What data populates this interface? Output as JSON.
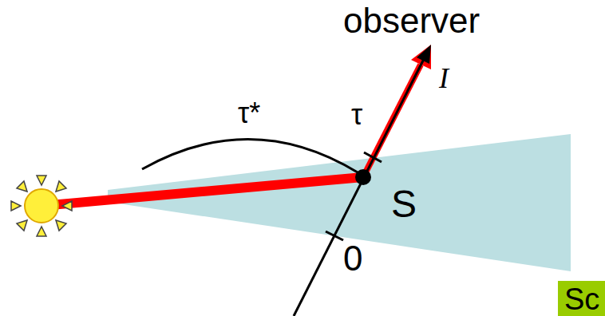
{
  "diagram": {
    "nodes": [
      {
        "text": [
          "Sc"
        ]
      }
    ],
    "labels": [
      "observer",
      "I",
      "τ*",
      "τ",
      "S",
      "0"
    ]
  }
}
